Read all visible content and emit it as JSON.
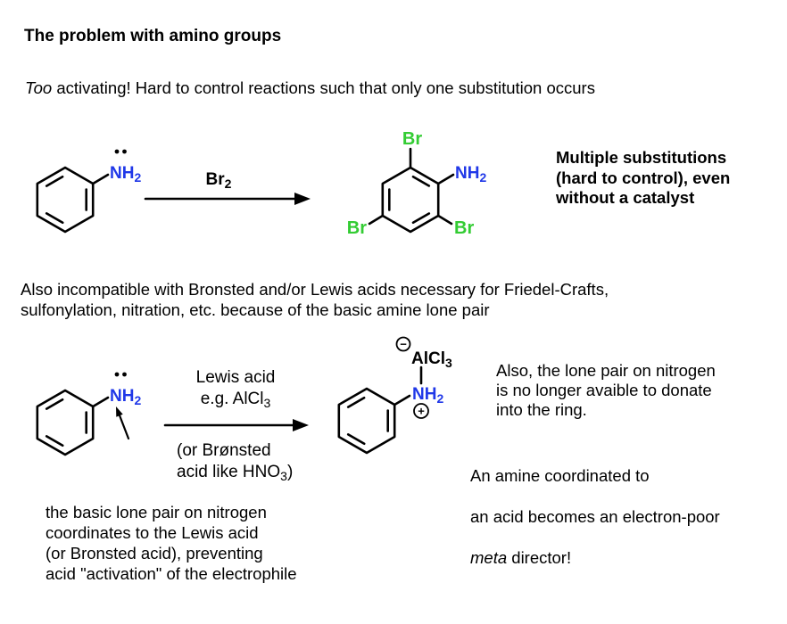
{
  "colors": {
    "nitrogen": "#2038e8",
    "bromine": "#33cc33",
    "ink": "#000000"
  },
  "title": "The problem with amino groups",
  "intro": {
    "italic": "Too",
    "rest": " activating! Hard to control reactions such that only one substitution occurs"
  },
  "scheme1": {
    "aniline": {
      "amine": "NH",
      "amine_sub": "2"
    },
    "reagent": {
      "text": "Br",
      "sub": "2"
    },
    "product": {
      "amine": "NH",
      "amine_sub": "2",
      "br_top": "Br",
      "br_right": "Br",
      "br_left": "Br"
    },
    "note": "Multiple substitutions\n(hard to control), even\nwithout a catalyst"
  },
  "between_text": "Also incompatible with Bronsted and/or Lewis acids necessary for Friedel-Crafts,\nsulfonylation, nitration, etc. because of the basic amine lone pair",
  "scheme2": {
    "aniline": {
      "amine": "NH",
      "amine_sub": "2"
    },
    "arrow_top_1": "Lewis acid",
    "arrow_top_2": "e.g. AlCl",
    "arrow_top_2_sub": "3",
    "arrow_bottom_1": "(or Brønsted",
    "arrow_bottom_2": "acid like HNO",
    "arrow_bottom_2_sub": "3",
    "arrow_bottom_2_close": ")",
    "complex": {
      "amine": "NH",
      "amine_sub": "2",
      "acid": "AlCl",
      "acid_sub": "3",
      "minus": "−",
      "plus": "+"
    },
    "note_lone_pair": "Also, the lone pair on nitrogen\nis no longer avaible to donate\ninto the ring.",
    "note_meta_1": "An amine coordinated to",
    "note_meta_2": "an acid becomes an electron-poor",
    "note_meta_3_italic": "meta",
    "note_meta_3_rest": " director!"
  },
  "bottom_text": "the basic lone pair on nitrogen\ncoordinates to the Lewis acid\n(or Bronsted acid), preventing\nacid \"activation\" of the electrophile"
}
